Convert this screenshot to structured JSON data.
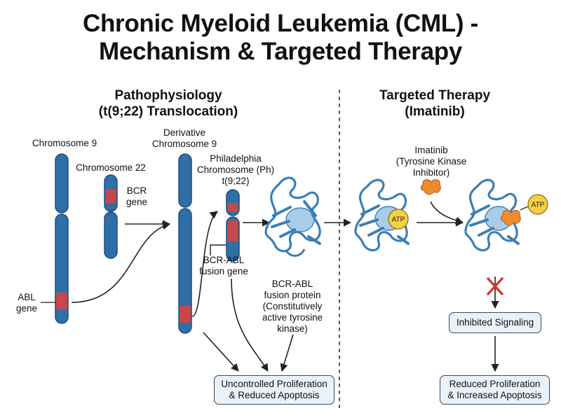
{
  "title_line1": "Chronic Myeloid Leukemia (CML) -",
  "title_line2": "Mechanism & Targeted Therapy",
  "left_section": {
    "title_line1": "Pathophysiology",
    "title_line2": "(t(9;22) Translocation)"
  },
  "right_section": {
    "title_line1": "Targeted Therapy",
    "title_line2": "(Imatinib)"
  },
  "labels": {
    "chromosome9": "Chromosome 9",
    "chromosome22": "Chromosome 22",
    "bcr_line1": "BCR",
    "bcr_line2": "gene",
    "abl_line1": "ABL",
    "abl_line2": "gene",
    "derivative_line1": "Derivative",
    "derivative_line2": "Chromosome 9",
    "ph_line1": "Philadelphia",
    "ph_line2": "Chromosome (Ph)",
    "ph_line3": "t(9;22)",
    "fusion_gene_line1": "BCR-ABL",
    "fusion_gene_line2": "fusion gene",
    "fusion_protein_line1": "BCR-ABL",
    "fusion_protein_line2": "fusion protein",
    "fusion_protein_line3": "(Constitutively",
    "fusion_protein_line4": "active tyrosine",
    "fusion_protein_line5": "kinase)",
    "imatinib_line1": "Imatinib",
    "imatinib_line2": "(Tyrosine Kinase",
    "imatinib_line3": "Inhibitor)",
    "atp": "ATP"
  },
  "boxes": {
    "uncontrolled_line1": "Uncontrolled Proliferation",
    "uncontrolled_line2": "& Reduced Apoptosis",
    "inhibited": "Inhibited Signaling",
    "reduced_line1": "Reduced Proliferation",
    "reduced_line2": "& Increased Apoptosis"
  },
  "colors": {
    "chromosome": "#2f6fa8",
    "chromosome_outline": "#1d4e7c",
    "gene_band": "#c8474b",
    "protein": "#3b7fb5",
    "protein_light": "#a9cde8",
    "atp": "#f5cf45",
    "imatinib": "#ee8a2f",
    "inhibit_x": "#d03a2f",
    "box_fill": "#eaf1f8"
  }
}
